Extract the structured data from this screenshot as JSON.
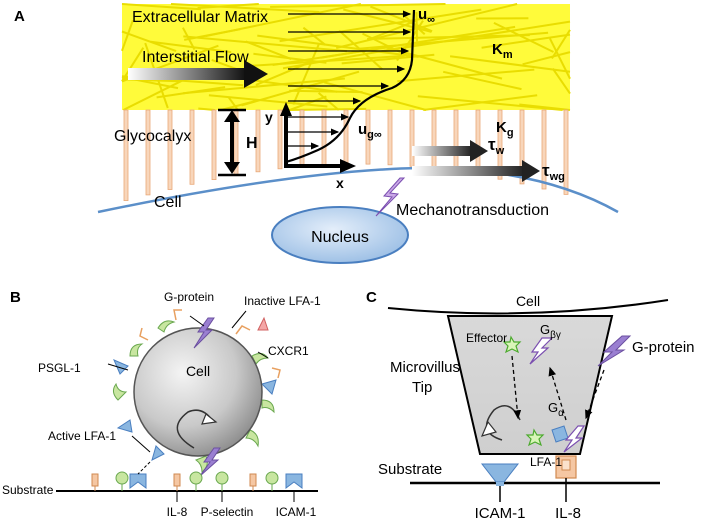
{
  "panel_a": {
    "letter": "A",
    "ecm_label": "Extracellular Matrix",
    "flow_label": "Interstitial Flow",
    "u_inf": {
      "base": "u",
      "sub": "∞"
    },
    "ug_inf": {
      "base": "u",
      "sub": "g∞"
    },
    "km": {
      "base": "K",
      "sub": "m"
    },
    "kg": {
      "base": "K",
      "sub": "g"
    },
    "glycocalyx_label": "Glycocalyx",
    "h_label": "H",
    "y_label": "y",
    "x_label": "x",
    "tau_w": {
      "base": "τ",
      "sub": "w"
    },
    "tau_wg": {
      "base": "τ",
      "sub": "wg"
    },
    "cell_label": "Cell",
    "nucleus_label": "Nucleus",
    "mechanotransduction_label": "Mechanotransduction",
    "colors": {
      "ecm": "#fffb3a",
      "fiber": "#f2e800",
      "glycocalyx": "#f5c7a3",
      "membrane": "#5b8fc9",
      "nucleus": "#b9d3f0"
    }
  },
  "panel_b": {
    "letter": "B",
    "cell_label": "Cell",
    "g_protein_label": "G-protein",
    "inactive_lfa1_label": "Inactive LFA-1",
    "cxcr1_label": "CXCR1",
    "psgl1_label": "PSGL-1",
    "active_lfa1_label": "Active LFA-1",
    "substrate_label": "Substrate",
    "il8_label": "IL-8",
    "pselectin_label": "P-selectin",
    "icam1_label": "ICAM-1"
  },
  "panel_c": {
    "letter": "C",
    "cell_label": "Cell",
    "microvillus_line1": "Microvillus",
    "microvillus_line2": "Tip",
    "effector_label": "Effector",
    "g_betagamma": {
      "base": "G",
      "sub": "βγ"
    },
    "g_alpha": {
      "base": "G",
      "sub": "α"
    },
    "g_protein_label": "G-protein",
    "lfa1_label": "LFA-1",
    "substrate_label": "Substrate",
    "icam1_label": "ICAM-1",
    "il8_label": "IL-8"
  }
}
